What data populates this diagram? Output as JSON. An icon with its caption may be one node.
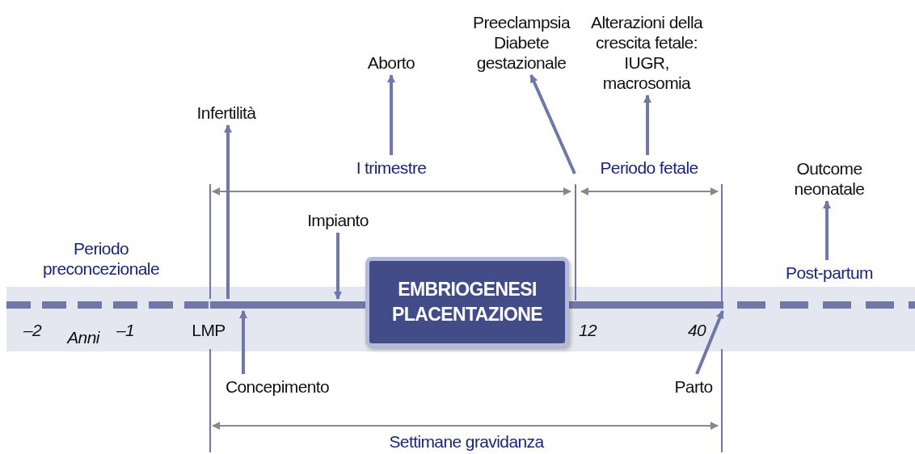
{
  "diagram": {
    "nodes": [
      {
        "text": [
          "Preeclampsia Diabete gestazionale"
        ]
      },
      {
        "text": [
          "Alterazioni della crescita fetale: IUGR, macrosomia"
        ]
      },
      {
        "text": [
          "Aborto"
        ]
      },
      {
        "text": [
          "Infertilità"
        ]
      },
      {
        "text": [
          "I trimestre"
        ]
      },
      {
        "text": [
          "Periodo fetale"
        ]
      },
      {
        "text": [
          "Outcome neonatale"
        ]
      },
      {
        "text": [
          "Impianto"
        ]
      },
      {
        "text": [
          "Post-partum"
        ]
      },
      {
        "text": [
          "EMBRIOGENESI PLACENTAZIONE"
        ]
      },
      {
        "text": [
          "Concepimento"
        ]
      },
      {
        "text": [
          "Parto"
        ]
      },
      {
        "text": [],
        "shape": "bar"
      }
    ],
    "edges": [
      {
        "from": 4,
        "to": 2,
        "arrow": "to"
      },
      {
        "from": null,
        "to": 0,
        "arrow": "to"
      },
      {
        "from": 5,
        "to": 1,
        "arrow": "to"
      },
      {
        "from": 12,
        "to": 3,
        "arrow": "to"
      },
      {
        "from": 8,
        "to": 6,
        "arrow": "to"
      },
      {
        "from": 7,
        "to": 12,
        "arrow": "to"
      },
      {
        "from": 10,
        "to": 12,
        "arrow": "to"
      },
      {
        "from": 11,
        "to": 12,
        "arrow": "to"
      }
    ],
    "labels": [
      "Periodo preconcezionale",
      "–2",
      "Anni",
      "–1",
      "LMP",
      "12",
      "40",
      "Settimane gravidanza"
    ]
  }
}
